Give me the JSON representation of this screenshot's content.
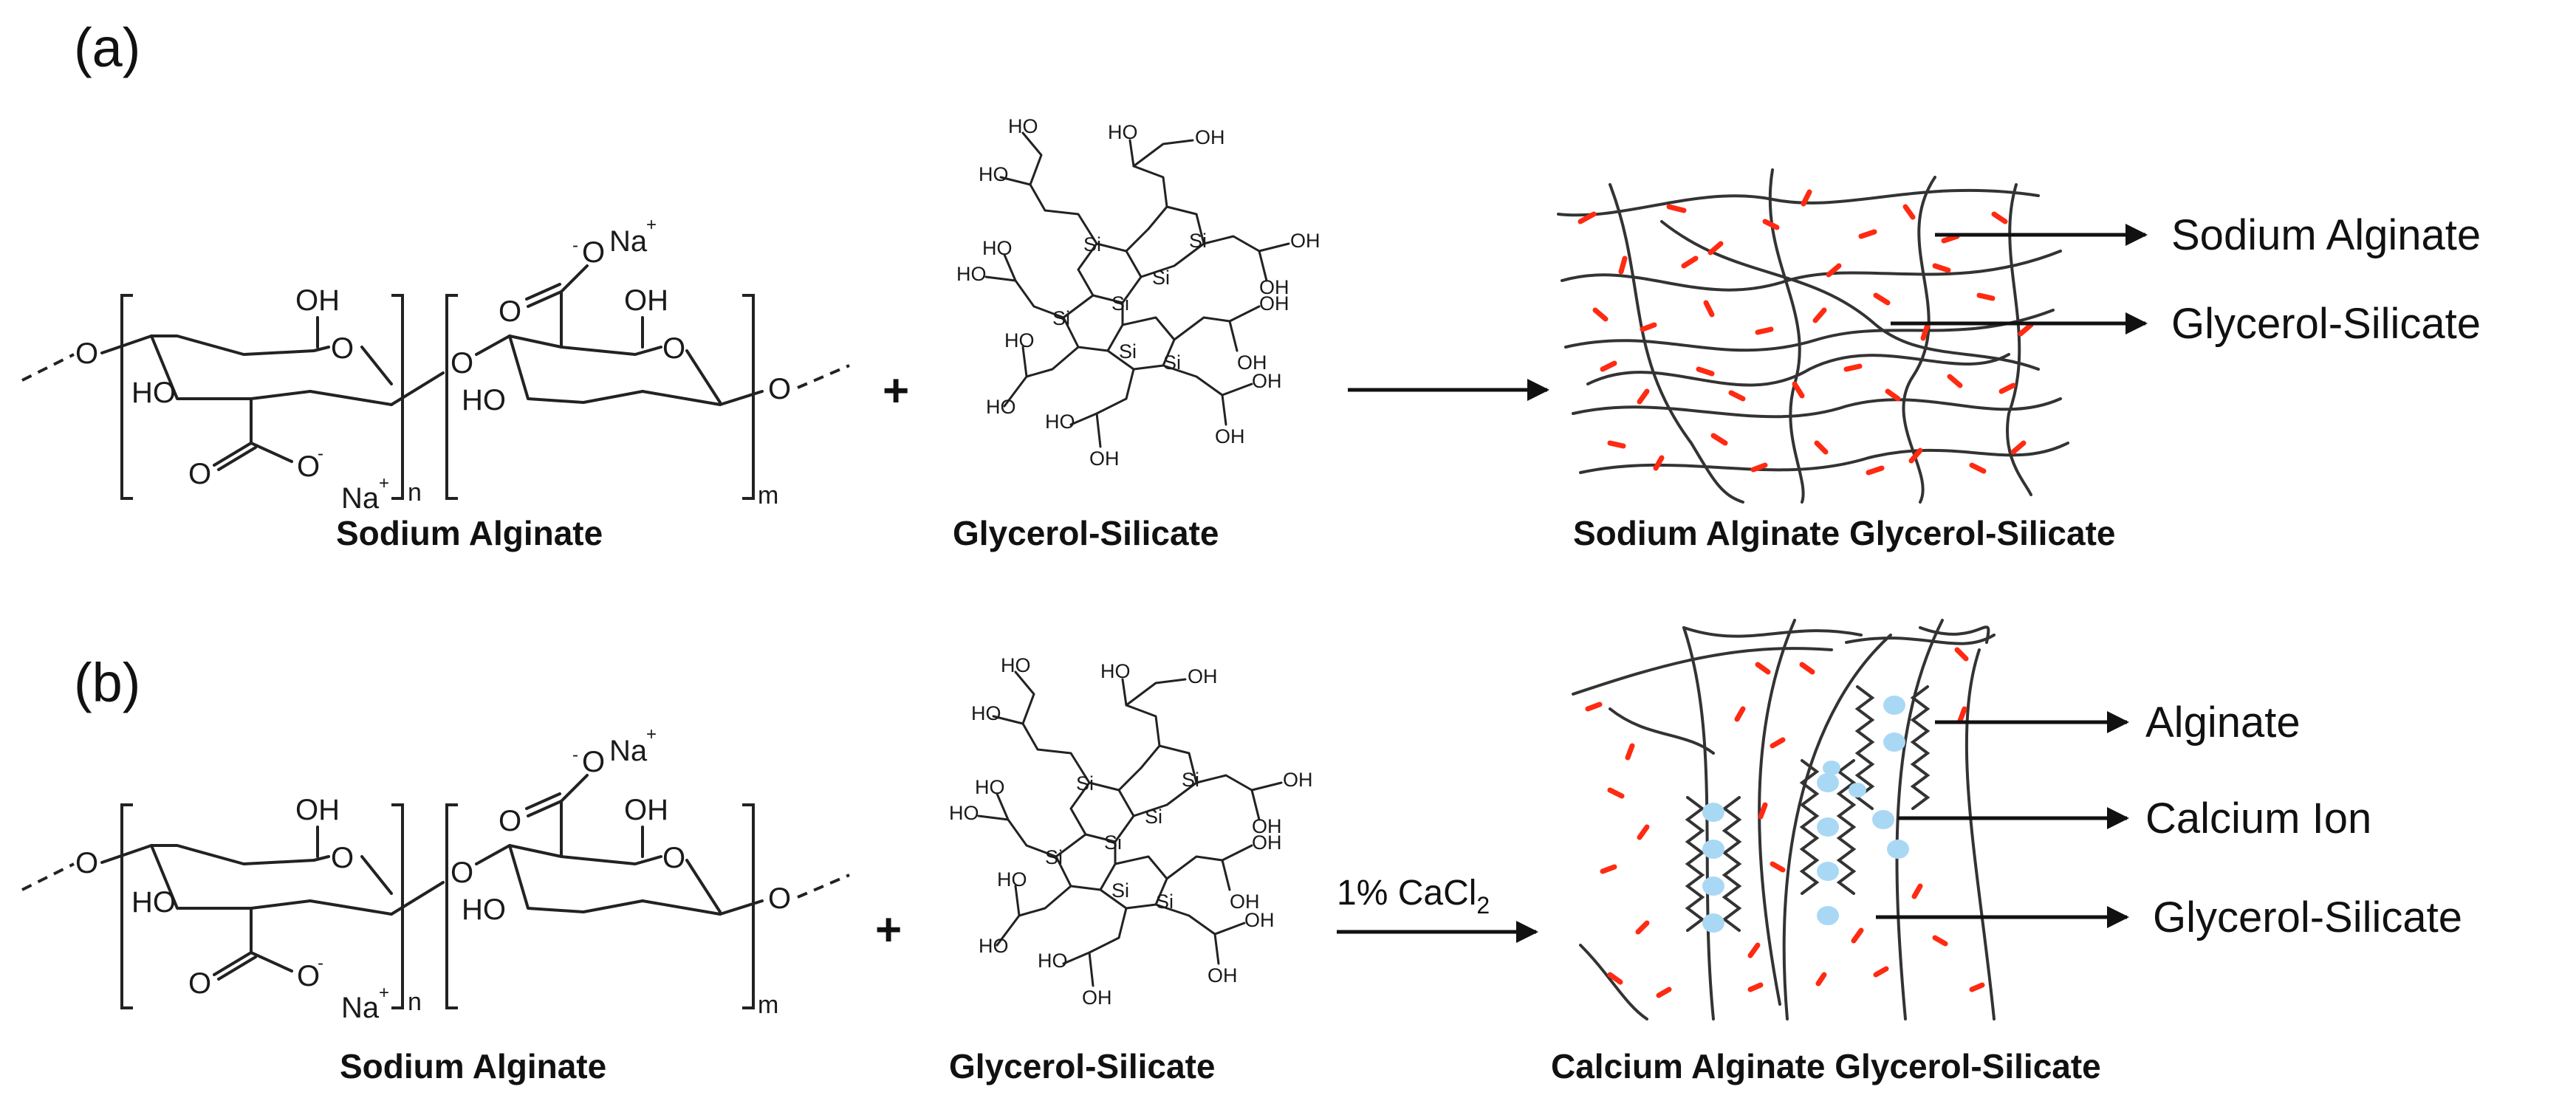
{
  "panels": [
    {
      "label": "(a)",
      "alginate_caption": "Sodium Alginate",
      "silicate_caption": "Glycerol-Silicate",
      "product_caption": "Sodium Alginate Glycerol-Silicate",
      "plus": "+",
      "reagent": "",
      "callouts": [
        "Sodium Alginate",
        "Glycerol-Silicate"
      ]
    },
    {
      "label": "(b)",
      "alginate_caption": "Sodium Alginate",
      "silicate_caption": "Glycerol-Silicate",
      "product_caption": "Calcium Alginate Glycerol-Silicate",
      "plus": "+",
      "reagent": "1% CaCl",
      "reagent_subscript": "2",
      "callouts": [
        "Alginate",
        "Calcium Ion",
        "Glycerol-Silicate"
      ]
    }
  ],
  "atoms": {
    "O": "O",
    "OH": "OH",
    "HO": "HO",
    "Na": "Na",
    "Si": "Si",
    "plus_charge": "+",
    "minus_charge": "-",
    "minus_sup": "-",
    "n": "n",
    "m": "m"
  },
  "colors": {
    "lines": "#222222",
    "silicate_fragments": "#ff2a12",
    "calcium_ions": "#a9d8f5"
  }
}
